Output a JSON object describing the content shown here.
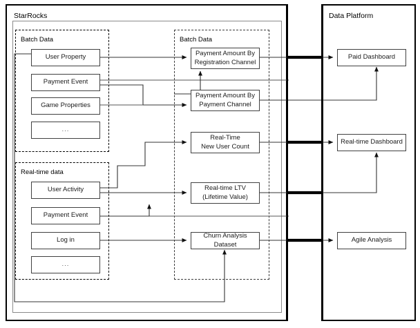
{
  "diagram": {
    "type": "flow-architecture",
    "title_left": "StarRocks",
    "title_right": "Data Platform",
    "groups": {
      "batch_left": "Batch Data",
      "batch_middle": "Batch Data",
      "realtime_left": "Real-time data"
    }
  },
  "nodes": {
    "src_user_property": {
      "label": "User Property"
    },
    "src_payment_event_batch": {
      "label": "Payment Event"
    },
    "src_game_properties": {
      "label": "Game Properties"
    },
    "src_batch_more": {
      "label": "..."
    },
    "src_user_activity": {
      "label": "User Activity"
    },
    "src_payment_event_rt": {
      "label": "Payment Event"
    },
    "src_log_in": {
      "label": "Log in"
    },
    "src_rt_more": {
      "label": "..."
    },
    "mid_payment_reg_channel": {
      "line1": "Payment Amount By",
      "line2": "Registration Channel"
    },
    "mid_payment_pay_channel": {
      "line1": "Payment Amount By",
      "line2": "Payment Channel"
    },
    "mid_realtime_new_user": {
      "line1": "Real-Time",
      "line2": "New User Count"
    },
    "mid_realtime_ltv": {
      "line1": "Real-time LTV",
      "line2": "(Lifetime Value)"
    },
    "mid_churn_dataset": {
      "label": "Churn Analysis Dataset"
    },
    "out_paid_dashboard": {
      "label": "Paid Dashboard"
    },
    "out_realtime_dashboard": {
      "label": "Real-time Dashboard"
    },
    "out_agile_analysis": {
      "label": "Agile Analysis"
    }
  },
  "edges": [
    {
      "from": "src_user_property",
      "to": "mid_payment_reg_channel",
      "weight": "thin"
    },
    {
      "from": "src_payment_event_batch",
      "to": "mid_payment_pay_channel",
      "weight": "thin"
    },
    {
      "from": "src_game_properties",
      "to": "mid_payment_pay_channel",
      "weight": "thin"
    },
    {
      "from": "src_payment_event_batch",
      "to": "right-bus",
      "weight": "thin"
    },
    {
      "from": "src_user_activity",
      "to": "mid_realtime_new_user",
      "weight": "thin"
    },
    {
      "from": "src_user_activity",
      "to": "mid_realtime_ltv",
      "weight": "thin"
    },
    {
      "from": "src_payment_event_rt",
      "to": "mid_realtime_ltv",
      "weight": "thin"
    },
    {
      "from": "src_log_in",
      "to": "mid_churn_dataset",
      "weight": "thin"
    },
    {
      "from": "src_user_property",
      "to": "mid_churn_dataset",
      "weight": "thin"
    },
    {
      "from": "mid_payment_reg_channel",
      "to": "out_paid_dashboard",
      "weight": "thick"
    },
    {
      "from": "mid_payment_pay_channel",
      "to": "out_paid_dashboard",
      "weight": "thin"
    },
    {
      "from": "mid_realtime_new_user",
      "to": "out_realtime_dashboard",
      "weight": "thick"
    },
    {
      "from": "mid_realtime_ltv",
      "to": "out_realtime_dashboard",
      "weight": "thick"
    },
    {
      "from": "mid_churn_dataset",
      "to": "out_agile_analysis",
      "weight": "thick"
    }
  ],
  "colors": {
    "stroke": "#404040",
    "stroke_dark": "#000000",
    "background": "#ffffff"
  }
}
